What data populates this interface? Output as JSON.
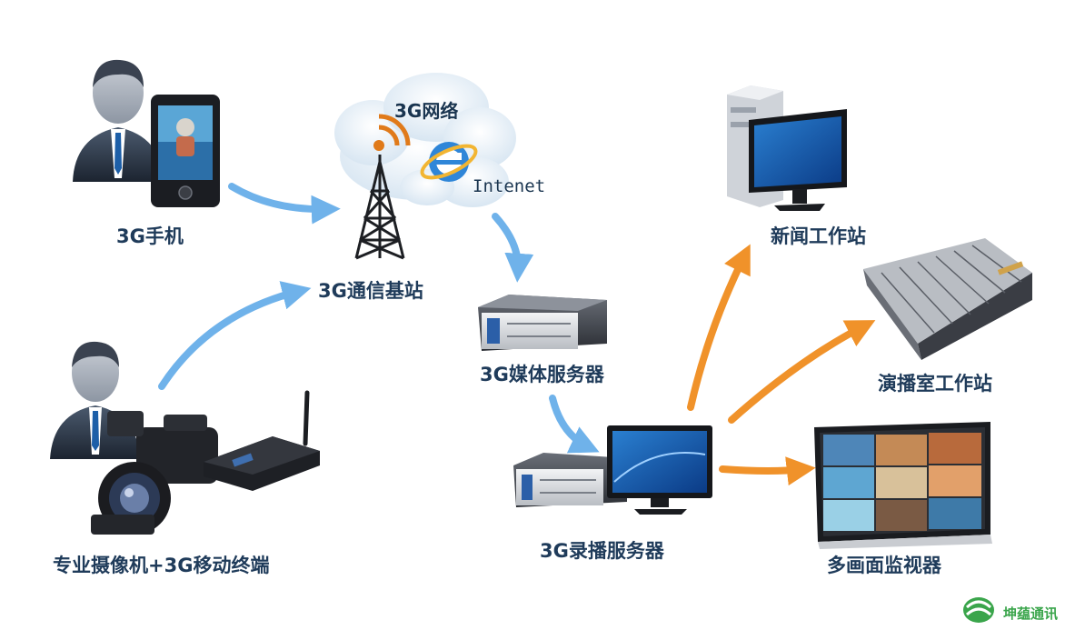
{
  "nodes": {
    "phone": {
      "label": "3G手机"
    },
    "network": {
      "label": "3G网络",
      "internet_label": "Intenet"
    },
    "base_station": {
      "label": "3G通信基站"
    },
    "camera": {
      "label": "专业摄像机+3G移动终端"
    },
    "media_server": {
      "label": "3G媒体服务器"
    },
    "record_server": {
      "label": "3G录播服务器"
    },
    "news_ws": {
      "label": "新闻工作站"
    },
    "studio_ws": {
      "label": "演播室工作站"
    },
    "monitor": {
      "label": "多画面监视器"
    }
  },
  "brand": {
    "name": "坤蕴通讯"
  },
  "colors": {
    "blue_arrow": "#6fb2ea",
    "orange_arrow": "#f0922a",
    "label": "#1f3b5a",
    "brand": "#3aa54b"
  }
}
